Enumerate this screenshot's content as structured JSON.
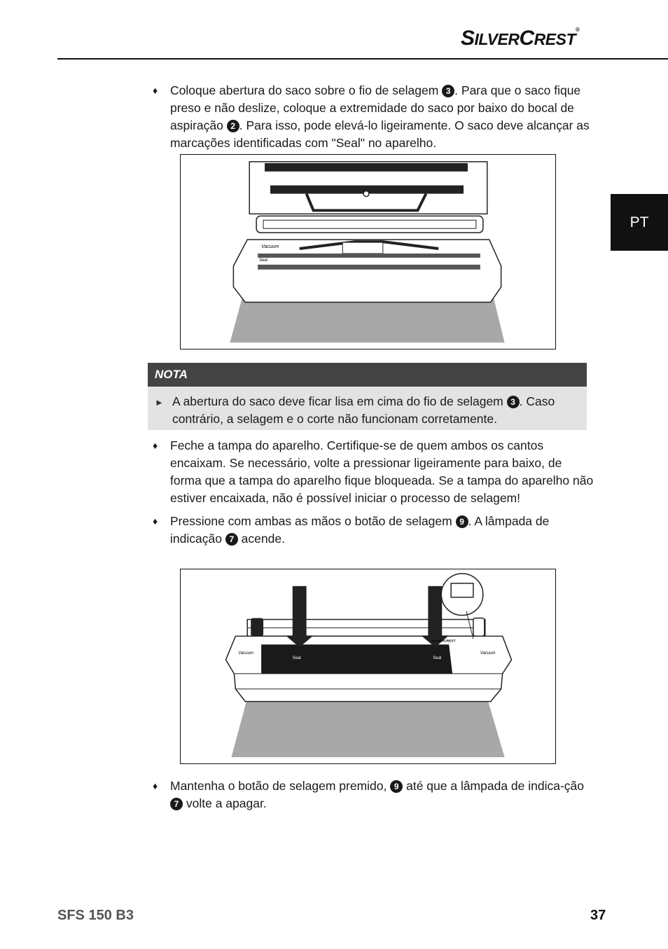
{
  "header": {
    "brand_big1": "S",
    "brand_small1": "ILVER",
    "brand_big2": "C",
    "brand_small2": "REST",
    "registered": "®",
    "lang_tab": "PT"
  },
  "bullets": [
    {
      "marker": "♦",
      "parts": [
        "Coloque abertura do saco sobre o fio de selagem ",
        "3",
        ". Para que o saco fique preso e não deslize, coloque a extremidade do saco por baixo do bocal de aspiração ",
        "2",
        ". Para isso, pode elevá-lo ligeiramente. O saco deve alcançar as marcações identificadas com \"Seal\" no aparelho."
      ]
    },
    {
      "marker": "♦",
      "text": "Feche a tampa do aparelho. Certifique-se de quem ambos os cantos encaixam. Se necessário, volte a pressionar ligeiramente para baixo, de forma que a tampa do aparelho fique bloqueada. Se a tampa do aparelho não estiver encaixada, não é possível iniciar o processo de selagem!"
    },
    {
      "marker": "♦",
      "parts": [
        "Pressione com ambas as mãos o botão de selagem ",
        "9",
        ". A lâmpada de indicação ",
        "7",
        " acende."
      ]
    },
    {
      "marker": "♦",
      "parts": [
        "Mantenha o botão de selagem premido, ",
        "9",
        " até que a lâmpada de indica-ção ",
        "7",
        " volte a apagar."
      ]
    }
  ],
  "nota": {
    "title": "NOTA",
    "marker": "►",
    "parts": [
      "A abertura do saco deve ficar lisa em cima do fio de selagem ",
      "3",
      ". Caso contrário, a selagem e o corte não funcionam corretamente."
    ]
  },
  "figure1": {
    "label_vacuum": "Vacuum",
    "label_seal": "Seal"
  },
  "figure2": {
    "label_vacuum_left": "Vacuum",
    "label_vacuum_right": "Vacuum",
    "label_seal_left": "Seal",
    "label_seal_right": "Seal",
    "brand": "SILVERCREST"
  },
  "footer": {
    "model": "SFS 150 B3",
    "page": "37"
  }
}
